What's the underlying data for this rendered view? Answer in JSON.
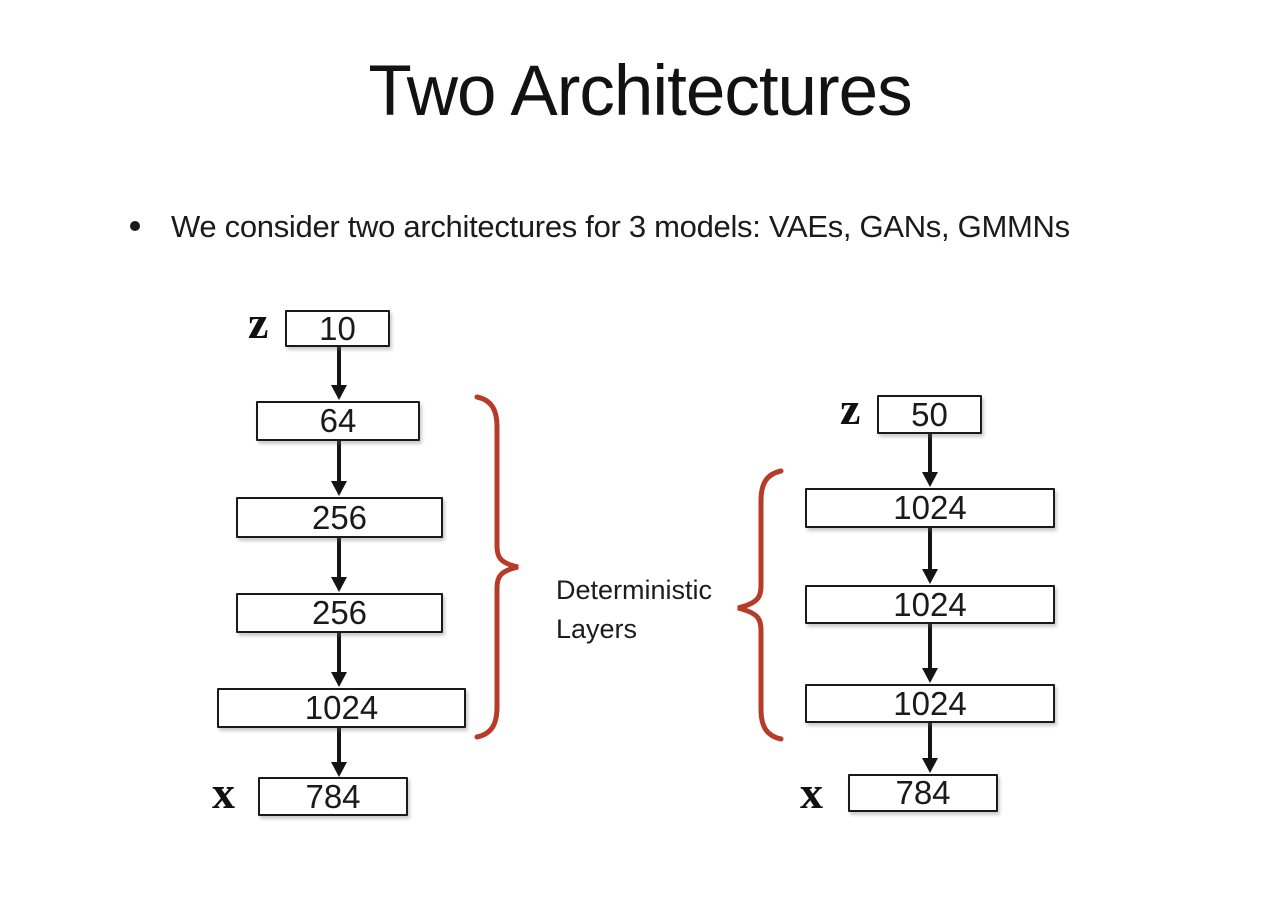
{
  "slide": {
    "title": "Two Architectures",
    "bullet_text": "We consider two architectures for 3 models: VAEs, GANs, GMMNs"
  },
  "annotation": {
    "line1": "Deterministic",
    "line2": "Layers"
  },
  "left_architecture": {
    "latent_label": "z",
    "latent_size": "10",
    "hidden_layers": [
      "64",
      "256",
      "256",
      "1024"
    ],
    "output_label": "x",
    "output_size": "784"
  },
  "right_architecture": {
    "latent_label": "z",
    "latent_size": "50",
    "hidden_layers": [
      "1024",
      "1024",
      "1024"
    ],
    "output_label": "x",
    "output_size": "784"
  },
  "colors": {
    "brace": "#b73b28",
    "ink": "#161616"
  }
}
